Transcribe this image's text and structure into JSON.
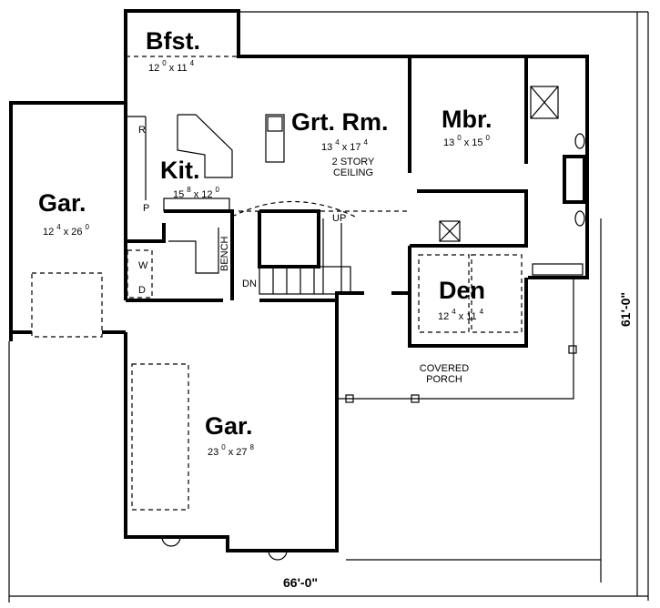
{
  "rooms": {
    "breakfast": {
      "name": "Bfst.",
      "w": "12",
      "wi": "0",
      "d": "11",
      "di": "4"
    },
    "great_room": {
      "name": "Grt. Rm.",
      "w": "13",
      "wi": "4",
      "d": "17",
      "di": "4",
      "note1": "2 STORY",
      "note2": "CEILING"
    },
    "master_bedroom": {
      "name": "Mbr.",
      "w": "13",
      "wi": "0",
      "d": "15",
      "di": "0"
    },
    "kitchen": {
      "name": "Kit.",
      "w": "15",
      "wi": "8",
      "d": "12",
      "di": "0"
    },
    "garage_side": {
      "name": "Gar.",
      "w": "12",
      "wi": "4",
      "d": "26",
      "di": "0"
    },
    "den": {
      "name": "Den",
      "w": "12",
      "wi": "4",
      "d": "11",
      "di": "4"
    },
    "garage_main": {
      "name": "Gar.",
      "w": "23",
      "wi": "0",
      "d": "27",
      "di": "8"
    }
  },
  "labels": {
    "refrigerator": "R",
    "pantry": "P",
    "washer": "W",
    "dryer": "D",
    "bench": "BENCH",
    "stairs_up": "UP",
    "stairs_down": "DN",
    "porch1": "COVERED",
    "porch2": "PORCH"
  },
  "dimensions": {
    "width": "66'-0\"",
    "depth": "61'-0\""
  }
}
